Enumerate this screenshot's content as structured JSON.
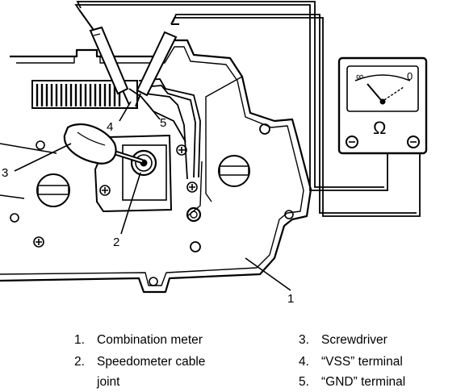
{
  "callouts": [
    {
      "number": "1"
    },
    {
      "number": "2"
    },
    {
      "number": "3"
    },
    {
      "number": "4"
    },
    {
      "number": "5"
    }
  ],
  "legend": [
    {
      "number": "1.",
      "text": "Combination meter"
    },
    {
      "number": "2.",
      "text": "Speedometer cable"
    },
    {
      "number": "",
      "text": "joint"
    },
    {
      "number": "3.",
      "text": "Screwdriver"
    },
    {
      "number": "4.",
      "text": "“VSS” terminal"
    },
    {
      "number": "5.",
      "text": "“GND” terminal"
    }
  ],
  "meter": {
    "symbol": "Ω",
    "scale_left": "∞",
    "scale_right": "0"
  }
}
